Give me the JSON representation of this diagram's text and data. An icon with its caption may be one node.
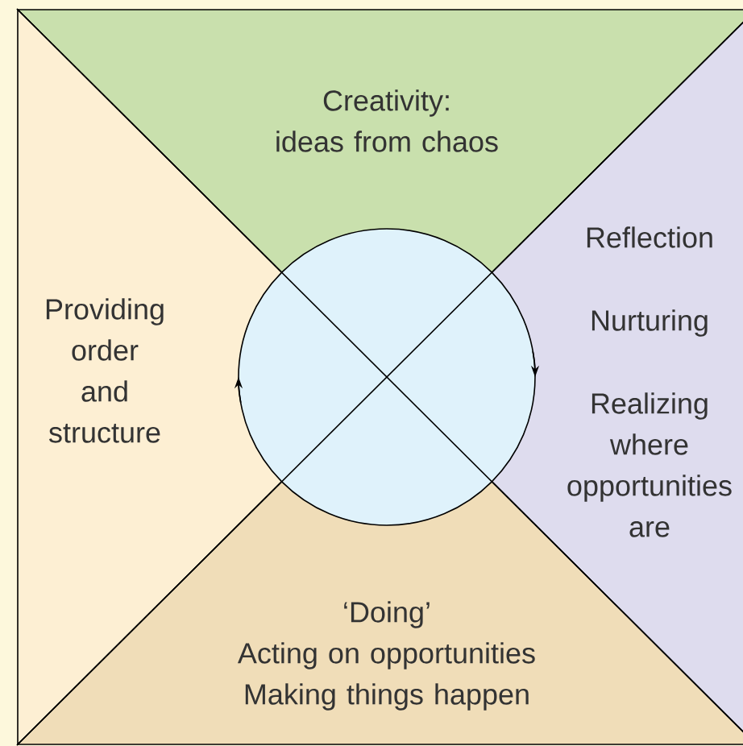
{
  "diagram": {
    "nodes": [
      {
        "text": [
          "Creativity:",
          "ideas from chaos"
        ]
      },
      {
        "text": [
          "Providing order and structure"
        ]
      },
      {
        "text": [
          "Reflection",
          "Nurturing",
          "Realizing where opportunities are"
        ]
      },
      {
        "text": [
          "‘Doing’",
          "Acting on opportunities",
          "Making things happen"
        ]
      },
      {
        "text": [],
        "shape": "circle"
      }
    ]
  }
}
